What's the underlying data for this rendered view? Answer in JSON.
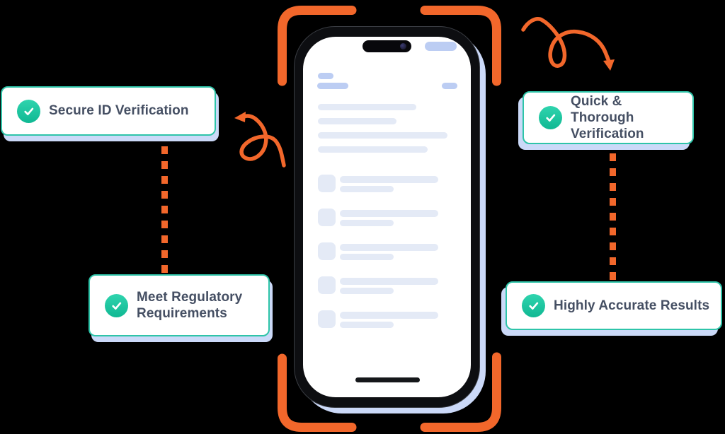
{
  "colors": {
    "bg": "#000000",
    "orange": "#F2672B",
    "teal": "#2EC4A9",
    "lavender": "#CBD9F8",
    "pill": "#BCCDF3",
    "skeleton": "#E4EAF6",
    "text": "#454F63"
  },
  "callouts": {
    "secure_id": {
      "label": "Secure ID Verification"
    },
    "meet_regulatory": {
      "label": "Meet Regulatory Requirements"
    },
    "quick_thorough": {
      "label": "Quick & Thorough Verification"
    },
    "highly_accurate": {
      "label": "Highly Accurate Results"
    }
  },
  "phone": {
    "header_line_widths": [
      139,
      111,
      183,
      155
    ],
    "list_item_count": 5,
    "list_line_widths": [
      139,
      76
    ]
  }
}
